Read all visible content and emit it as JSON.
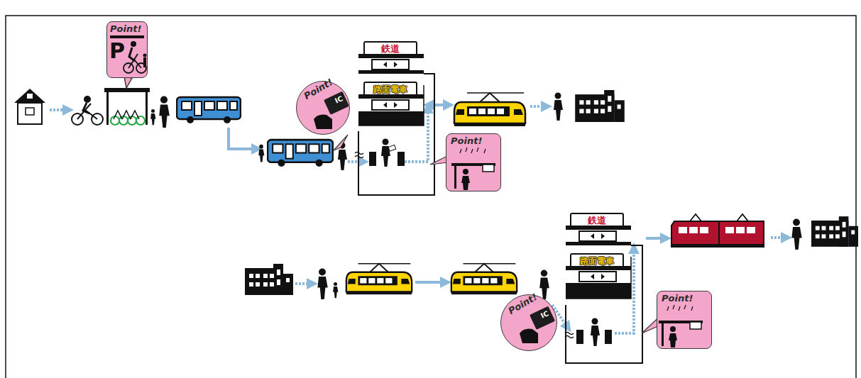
{
  "diagram": {
    "nodes": [
      {
        "text": [
          "Point!",
          "P"
        ]
      },
      {
        "text": [
          "鉄道"
        ]
      },
      {
        "text": [
          "路面電車"
        ]
      },
      {
        "text": [
          "Point!",
          "IC"
        ]
      },
      {
        "text": [
          "Point!"
        ]
      },
      {
        "text": [
          "鉄道"
        ]
      },
      {
        "text": [
          "路面電車"
        ]
      },
      {
        "text": [
          "Point!",
          "IC"
        ]
      },
      {
        "text": [
          "Point!"
        ]
      }
    ]
  }
}
